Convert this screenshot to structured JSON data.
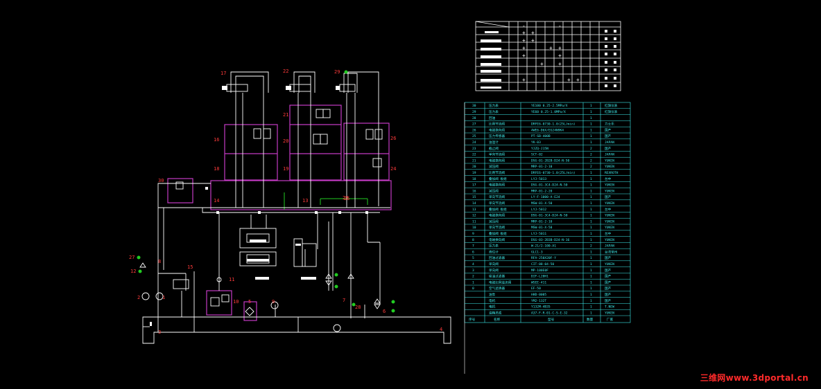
{
  "colors": {
    "background": "#000000",
    "line": "#ffffff",
    "magenta": "#c43bc4",
    "green": "#22cc22",
    "label": "#ff3b3b",
    "table": "#3ff0f0",
    "watermark": "#ff2a2a"
  },
  "watermark": "三维网www.3dportal.cn",
  "component_labels": [
    "17",
    "22",
    "29",
    "21",
    "16",
    "20",
    "26",
    "18",
    "19",
    "23",
    "24",
    "14",
    "13",
    "25",
    "30",
    "27",
    "12",
    "8",
    "15",
    "11",
    "10",
    "5",
    "9",
    "7",
    "28",
    "6",
    "2",
    "1",
    "3",
    "4"
  ],
  "bom": {
    "footer": [
      "序号",
      "名称",
      "型号",
      "数量",
      "厂家"
    ],
    "rows": [
      {
        "no": "30",
        "name": "压力表",
        "model": "YE100 0.25-2.5MPa/X",
        "qty": "1",
        "maker": "红旗仪表"
      },
      {
        "no": "29",
        "name": "压力表",
        "model": "YE60 0.25-1.0MPa/X",
        "qty": "1",
        "maker": "红旗仪表"
      },
      {
        "no": "28",
        "name": "回油",
        "model": "",
        "qty": "1",
        "maker": ""
      },
      {
        "no": "27",
        "name": "比例节流阀",
        "model": "DRFE6-0730-1.0(25L/min)",
        "qty": "1",
        "maker": "力士乐"
      },
      {
        "no": "26",
        "name": "电磁换向阀",
        "model": "4WE6-D6X/EG24N9K4",
        "qty": "1",
        "maker": "国产"
      },
      {
        "no": "25",
        "name": "压力传感器",
        "model": "PT-SB-400B",
        "qty": "1",
        "maker": "国产"
      },
      {
        "no": "24",
        "name": "油温计",
        "model": "YK-03",
        "qty": "1",
        "maker": "JAPAN"
      },
      {
        "no": "23",
        "name": "截止阀",
        "model": "YJZQ-J15N",
        "qty": "2",
        "maker": "国产"
      },
      {
        "no": "22",
        "name": "单向节流阀",
        "model": "SCT-02",
        "qty": "2",
        "maker": "JAPAN"
      },
      {
        "no": "21",
        "name": "电磁换向阀",
        "model": "DSG-01-2B2B-D24-N-50",
        "qty": "2",
        "maker": "YUKEN"
      },
      {
        "no": "20",
        "name": "减压阀",
        "model": "MRP-01-2-10",
        "qty": "2",
        "maker": "YUKEN"
      },
      {
        "no": "19",
        "name": "比例节流阀",
        "model": "DRFE6-0730-1.0(25L/min)",
        "qty": "1",
        "maker": "REXROTH"
      },
      {
        "no": "18",
        "name": "叠加阀 板组",
        "model": "LYJ-5013",
        "qty": "1",
        "maker": "台中"
      },
      {
        "no": "17",
        "name": "电磁换向阀",
        "model": "DSG-01-3C4-D24-N-50",
        "qty": "1",
        "maker": "YUKEN"
      },
      {
        "no": "16",
        "name": "减压阀",
        "model": "MRP-01-2-20",
        "qty": "1",
        "maker": "YUKEN"
      },
      {
        "no": "15",
        "name": "单向节流阀",
        "model": "LY-F-1000-A-E24",
        "qty": "1",
        "maker": "国产"
      },
      {
        "no": "14",
        "name": "单向节流阀",
        "model": "MSW-01-X-50",
        "qty": "1",
        "maker": "YUKEN"
      },
      {
        "no": "13",
        "name": "叠加阀 板组",
        "model": "LYJ-5012",
        "qty": "1",
        "maker": "台中"
      },
      {
        "no": "12",
        "name": "电磁换向阀",
        "model": "DSG-01-3C4-D24-N-50",
        "qty": "1",
        "maker": "YUKEN"
      },
      {
        "no": "11",
        "name": "减压阀",
        "model": "MRP-01-2-10",
        "qty": "1",
        "maker": "YUKEN"
      },
      {
        "no": "10",
        "name": "单向节流阀",
        "model": "MSW-01-X-50",
        "qty": "1",
        "maker": "YUKEN"
      },
      {
        "no": "9",
        "name": "叠加阀 板组",
        "model": "LYJ-5011",
        "qty": "1",
        "maker": "台中"
      },
      {
        "no": "8",
        "name": "电磁换向阀",
        "model": "DSG-03-2B3B-D24-N-16",
        "qty": "1",
        "maker": "YUKEN"
      },
      {
        "no": "7",
        "name": "压力表",
        "model": "W-21/2-100-A1",
        "qty": "2",
        "maker": "JAPAN"
      },
      {
        "no": "6",
        "name": "液位计",
        "model": "GLC1-3",
        "qty": "1",
        "maker": "台湾常州"
      },
      {
        "no": "5",
        "name": "回油过滤器",
        "model": "RFA-250X20F-Y",
        "qty": "1",
        "maker": "国产"
      },
      {
        "no": "4",
        "name": "单向阀",
        "model": "CIT-08-04-50",
        "qty": "1",
        "maker": "YUKEN"
      },
      {
        "no": "3",
        "name": "单向阀",
        "model": "MP-100E0F",
        "qty": "1",
        "maker": "国产"
      },
      {
        "no": "2",
        "name": "吸油过滤器",
        "model": "DIF-L20H1",
        "qty": "1",
        "maker": "国产"
      },
      {
        "no": "1",
        "name": "电磁比例溢流阀",
        "model": "WSEE-411",
        "qty": "1",
        "maker": "国产"
      },
      {
        "no": "0",
        "name": "空气滤清器",
        "model": "EF-50",
        "qty": "1",
        "maker": "国产"
      },
      {
        "no": "",
        "name": "油泵",
        "model": "HHD-0005",
        "qty": "1",
        "maker": "国产"
      },
      {
        "no": "",
        "name": "电机",
        "model": "YM2-132T",
        "qty": "1",
        "maker": "国产"
      },
      {
        "no": "",
        "name": "电机",
        "model": "Y132M-4B35",
        "qty": "1",
        "maker": "T.NEW"
      },
      {
        "no": "",
        "name": "油箱总成",
        "model": "A37-F-R-01-C-S-E-32",
        "qty": "1",
        "maker": "YUKEN"
      }
    ]
  },
  "action_table": {
    "rows": [
      [
        "",
        "-",
        "",
        "",
        "",
        "-",
        "",
        "",
        "",
        ""
      ],
      [
        "",
        "+",
        "+",
        "",
        "",
        "",
        "",
        "",
        "",
        ""
      ],
      [
        "",
        "+",
        "+",
        "",
        "",
        "",
        "",
        "",
        "",
        ""
      ],
      [
        "",
        "+",
        "",
        "",
        "+",
        "+",
        "",
        "",
        "",
        ""
      ],
      [
        "",
        "+",
        "",
        "",
        "",
        "+",
        "",
        "",
        "",
        ""
      ],
      [
        "",
        "",
        "",
        "+",
        "",
        "+",
        "",
        "",
        "",
        ""
      ],
      [
        "",
        "",
        "",
        "",
        "",
        "",
        "",
        "",
        "",
        ""
      ],
      [
        "",
        "+",
        "",
        "",
        "",
        "",
        "+",
        "+",
        "",
        ""
      ]
    ]
  }
}
